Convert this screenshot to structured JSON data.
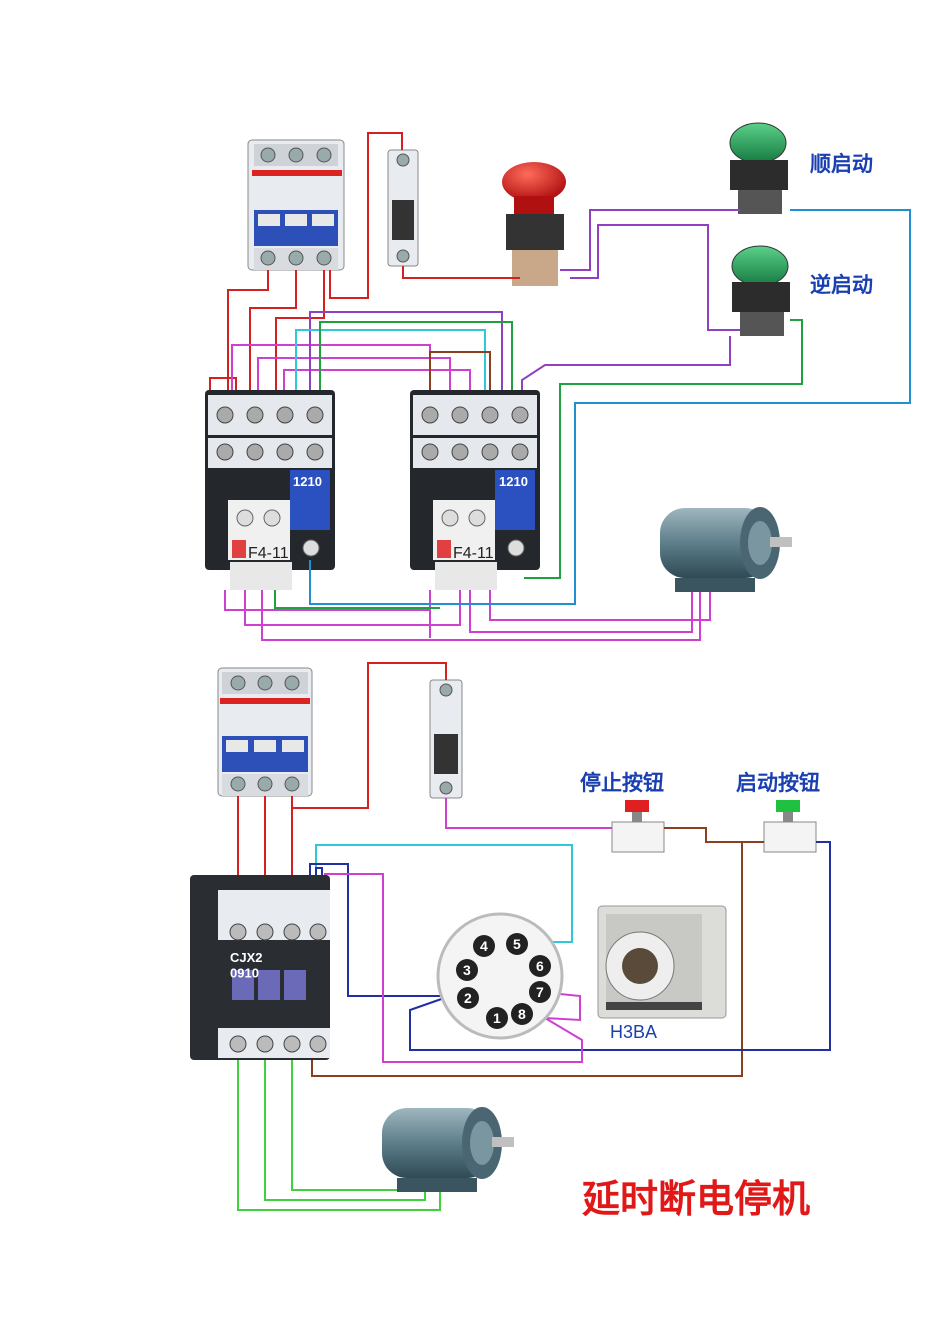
{
  "labels": {
    "forward_start": "顺启动",
    "reverse_start": "逆启动",
    "contactor_1_code": "1210",
    "contactor_2_code": "1210",
    "aux_block_1": "F4-11",
    "aux_block_2": "F4-11",
    "stop_button": "停止按钮",
    "start_button": "启动按钮",
    "timer_model": "H3BA",
    "contactor_3_model": "CJX2\n0910",
    "title": "延时断电停机"
  },
  "socket_pins": [
    "1",
    "2",
    "3",
    "4",
    "5",
    "6",
    "7",
    "8"
  ],
  "colors": {
    "red_wire": "#d42020",
    "magenta_wire": "#d040d0",
    "purple_wire": "#9040c0",
    "cyan_wire": "#30c8d8",
    "green_wire": "#20a040",
    "lime_wire": "#40d040",
    "blue_wire": "#2030a0",
    "brown_wire": "#8a4020",
    "sky_wire": "#2090d0",
    "label_blue": "#1a3fb0",
    "title_red": "#e01818"
  }
}
